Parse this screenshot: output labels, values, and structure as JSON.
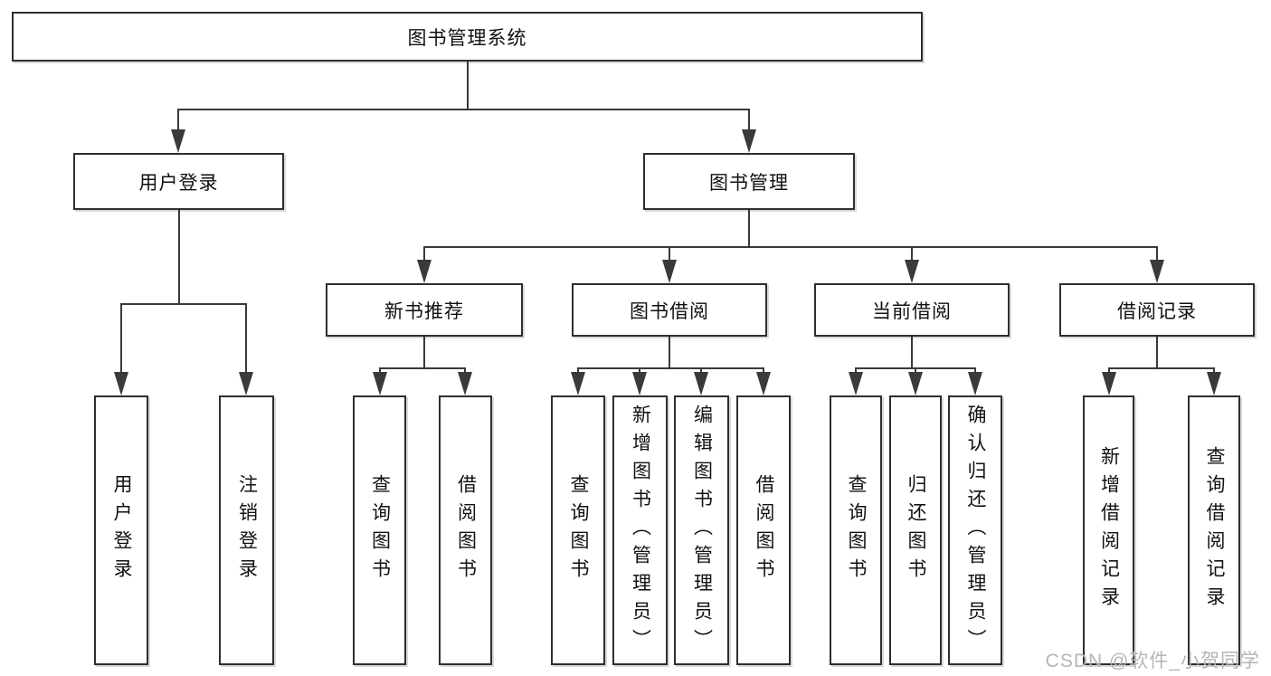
{
  "tree": {
    "label": "图书管理系统",
    "children": [
      {
        "label": "用户登录",
        "children": [
          {
            "label": "用户登录"
          },
          {
            "label": "注销登录"
          }
        ]
      },
      {
        "label": "图书管理",
        "children": [
          {
            "label": "新书推荐",
            "children": [
              {
                "label": "查询图书"
              },
              {
                "label": "借阅图书"
              }
            ]
          },
          {
            "label": "图书借阅",
            "children": [
              {
                "label": "查询图书"
              },
              {
                "label": "新增图书（管理员）"
              },
              {
                "label": "编辑图书（管理员）"
              },
              {
                "label": "借阅图书"
              }
            ]
          },
          {
            "label": "当前借阅",
            "children": [
              {
                "label": "查询图书"
              },
              {
                "label": "归还图书"
              },
              {
                "label": "确认归还（管理员）"
              }
            ]
          },
          {
            "label": "借阅记录",
            "children": [
              {
                "label": "新增借阅记录"
              },
              {
                "label": "查询借阅记录"
              }
            ]
          }
        ]
      }
    ]
  },
  "watermark": "CSDN @软件_小贺同学",
  "colors": {
    "line": "#3a3a3a",
    "box_border": "#2e2e2e",
    "text": "#111111",
    "background": "#ffffff",
    "watermark": "#b5b5b5"
  }
}
